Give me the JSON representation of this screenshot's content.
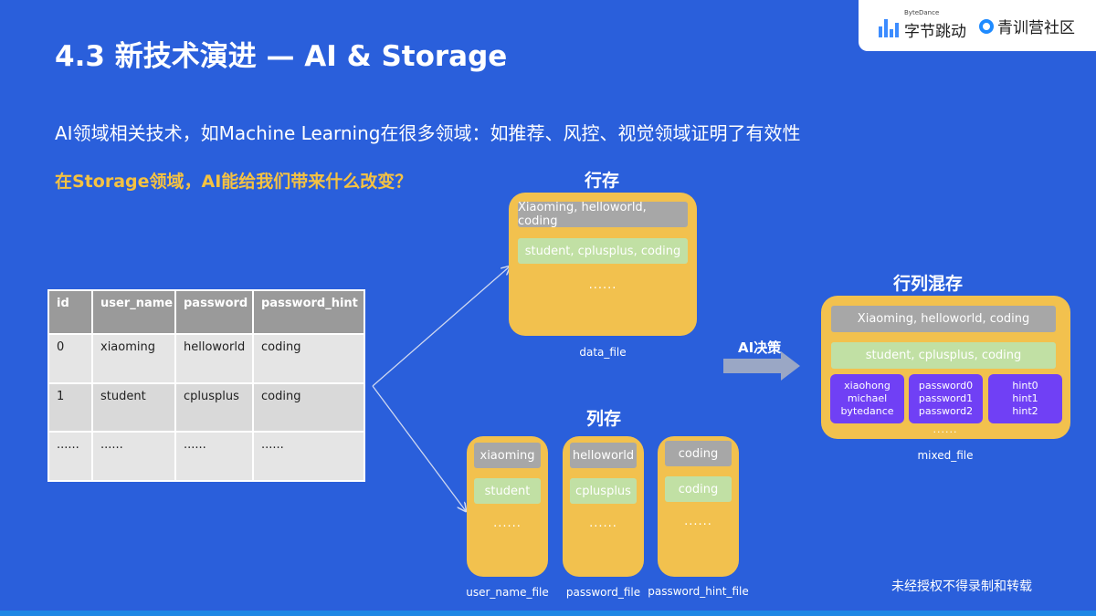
{
  "title": "4.3 新技术演进 — AI & Storage",
  "logos": {
    "bytedance_small": "ByteDance",
    "bytedance": "字节跳动",
    "community": "青训营社区"
  },
  "subtitle": "AI领域相关技术，如Machine Learning在很多领域：如推荐、风控、视觉领域证明了有效性",
  "question": "在Storage领域，AI能给我们带来什么改变？",
  "table": {
    "headers": [
      "id",
      "user_name",
      "password",
      "password_hint"
    ],
    "rows": [
      [
        "0",
        "xiaoming",
        "helloworld",
        "coding"
      ],
      [
        "1",
        "student",
        "cplusplus",
        "coding"
      ],
      [
        "......",
        "......",
        "......",
        "......"
      ]
    ]
  },
  "row_store": {
    "label": "行存",
    "row1": "Xiaoming, helloworld, coding",
    "row2": "student, cplusplus, coding",
    "dots": "......",
    "file": "data_file"
  },
  "column_store": {
    "label": "列存",
    "columns": [
      {
        "v1": "xiaoming",
        "v2": "student",
        "dots": "......",
        "file": "user_name_file"
      },
      {
        "v1": "helloworld",
        "v2": "cplusplus",
        "dots": "......",
        "file": "password_file"
      },
      {
        "v1": "coding",
        "v2": "coding",
        "dots": "......",
        "file": "password_hint_file"
      }
    ]
  },
  "ai_arrow_label": "AI决策",
  "mixed_store": {
    "label": "行列混存",
    "row1": "Xiaoming, helloworld, coding",
    "row2": "student, cplusplus, coding",
    "col1": [
      "xiaohong",
      "michael",
      "bytedance"
    ],
    "col2": [
      "password0",
      "password1",
      "password2"
    ],
    "col3": [
      "hint0",
      "hint1",
      "hint2"
    ],
    "dots": "......",
    "file": "mixed_file"
  },
  "watermark": "未经授权不得录制和转载",
  "colors": {
    "background": "#2a5fdb",
    "accent_yellow": "#f2c14e",
    "question": "#f5c242",
    "purple": "#7040f5"
  }
}
